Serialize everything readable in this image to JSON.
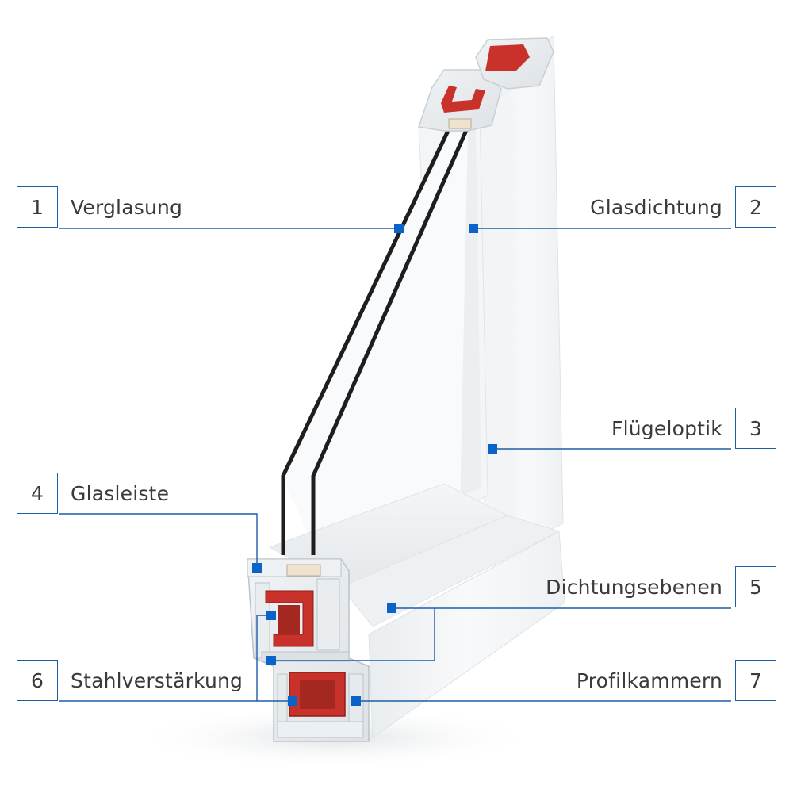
{
  "accent_color": "#1c5da8",
  "marker_color": "#0a64c8",
  "reinforcement_color": "#c8322a",
  "callouts": [
    {
      "number": "1",
      "label": "Verglasung"
    },
    {
      "number": "2",
      "label": "Glasdichtung"
    },
    {
      "number": "3",
      "label": "Flügeloptik"
    },
    {
      "number": "4",
      "label": "Glasleiste"
    },
    {
      "number": "5",
      "label": "Dichtungsebenen"
    },
    {
      "number": "6",
      "label": "Stahlverstärkung"
    },
    {
      "number": "7",
      "label": "Profilkammern"
    }
  ]
}
